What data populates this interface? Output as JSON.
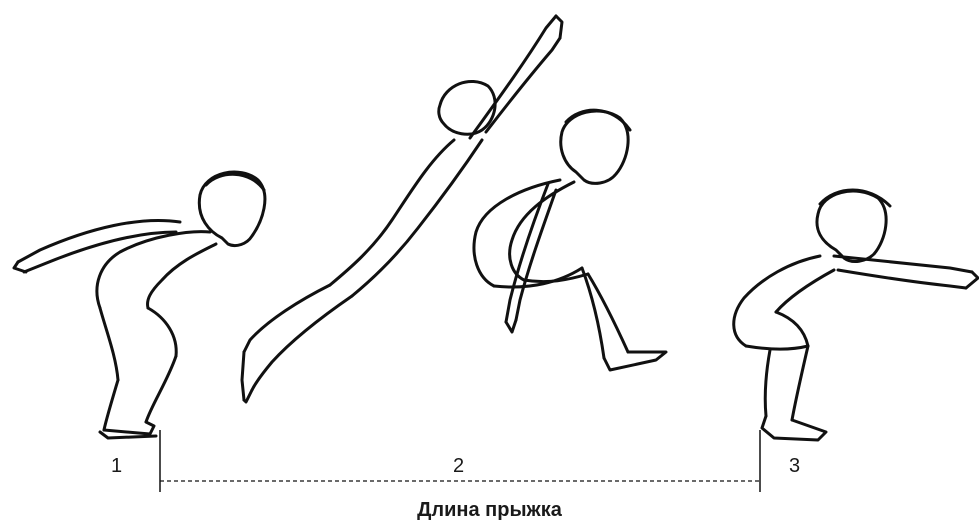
{
  "phases": [
    "1",
    "2",
    "3"
  ],
  "caption": "Длина прыжка",
  "colors": {
    "ink": "#111111",
    "background": "#ffffff"
  }
}
